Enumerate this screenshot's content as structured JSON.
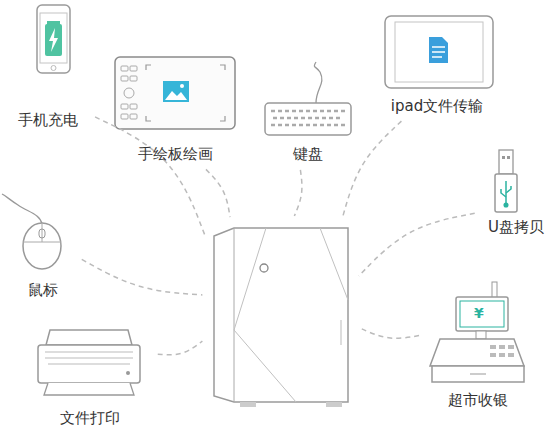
{
  "diagram": {
    "nodes": [
      {
        "text": [
          "手机充电"
        ]
      },
      {
        "text": [
          "手绘板绘画"
        ]
      },
      {
        "text": [
          "键盘"
        ]
      },
      {
        "text": [
          "ipad文件传输"
        ]
      },
      {
        "text": [
          "U盘拷贝"
        ]
      },
      {
        "text": [
          "鼠标"
        ]
      },
      {
        "text": []
      },
      {
        "text": [
          "超市收银"
        ]
      },
      {
        "text": [
          "文件打印"
        ]
      }
    ],
    "edges": [
      {
        "from": 0,
        "to": 6,
        "arrow": "none"
      },
      {
        "from": 1,
        "to": 6,
        "arrow": "none"
      },
      {
        "from": 2,
        "to": 6,
        "arrow": "none"
      },
      {
        "from": 3,
        "to": 6,
        "arrow": "none"
      },
      {
        "from": 4,
        "to": 6,
        "arrow": "none"
      },
      {
        "from": 5,
        "to": 6,
        "arrow": "none"
      },
      {
        "from": 7,
        "to": 6,
        "arrow": "none"
      },
      {
        "from": 8,
        "to": 6,
        "arrow": "none"
      }
    ],
    "labels": [
      "¥"
    ]
  }
}
